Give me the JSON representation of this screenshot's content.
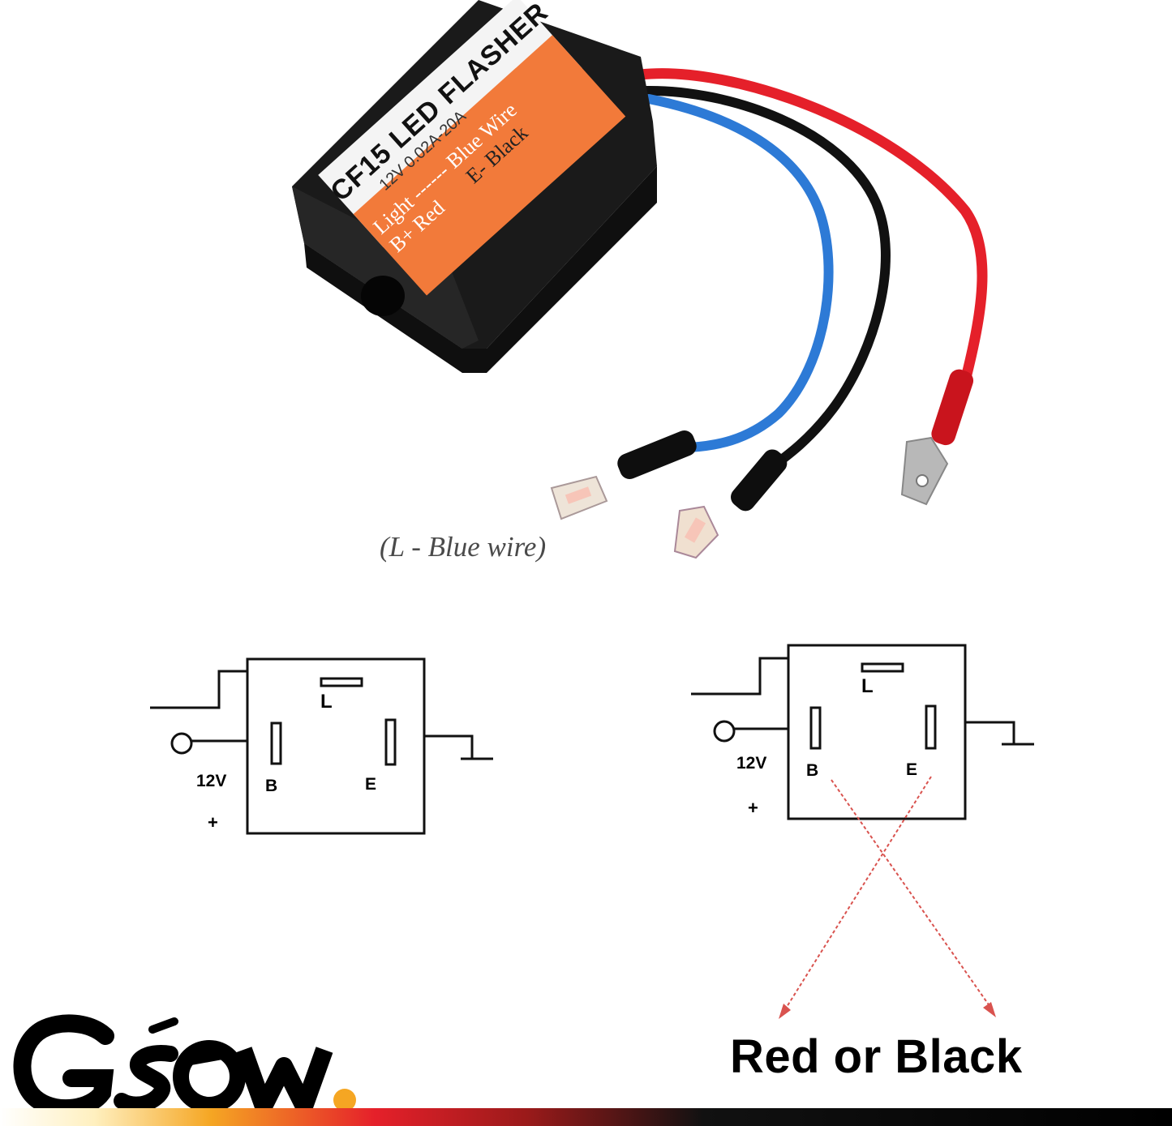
{
  "product": {
    "label_title": "CF15 LED FLASHER",
    "label_rating": "12V  0.02A-20A",
    "label_line1": "Light ------ Blue Wire",
    "label_line2_left": "B+ Red",
    "label_line2_right": "E- Black",
    "colors": {
      "housing": "#161616",
      "label_orange": "#f27a3a",
      "wire_red": "#e5202a",
      "wire_blue": "#2d7ad6",
      "wire_black": "#111111"
    }
  },
  "caption": "(L - Blue wire)",
  "diagram_left": {
    "pin_l": "L",
    "pin_b": "B",
    "pin_e": "E",
    "voltage": "12V",
    "polarity": "+"
  },
  "diagram_right": {
    "pin_l": "L",
    "pin_b": "B",
    "pin_e": "E",
    "voltage": "12V",
    "polarity": "+",
    "arrow_color": "#d9534f"
  },
  "result_label": "Red or Black",
  "logo": {
    "text": "GSOW",
    "colors": [
      "#000000",
      "#f5a623",
      "#e5202a"
    ]
  }
}
